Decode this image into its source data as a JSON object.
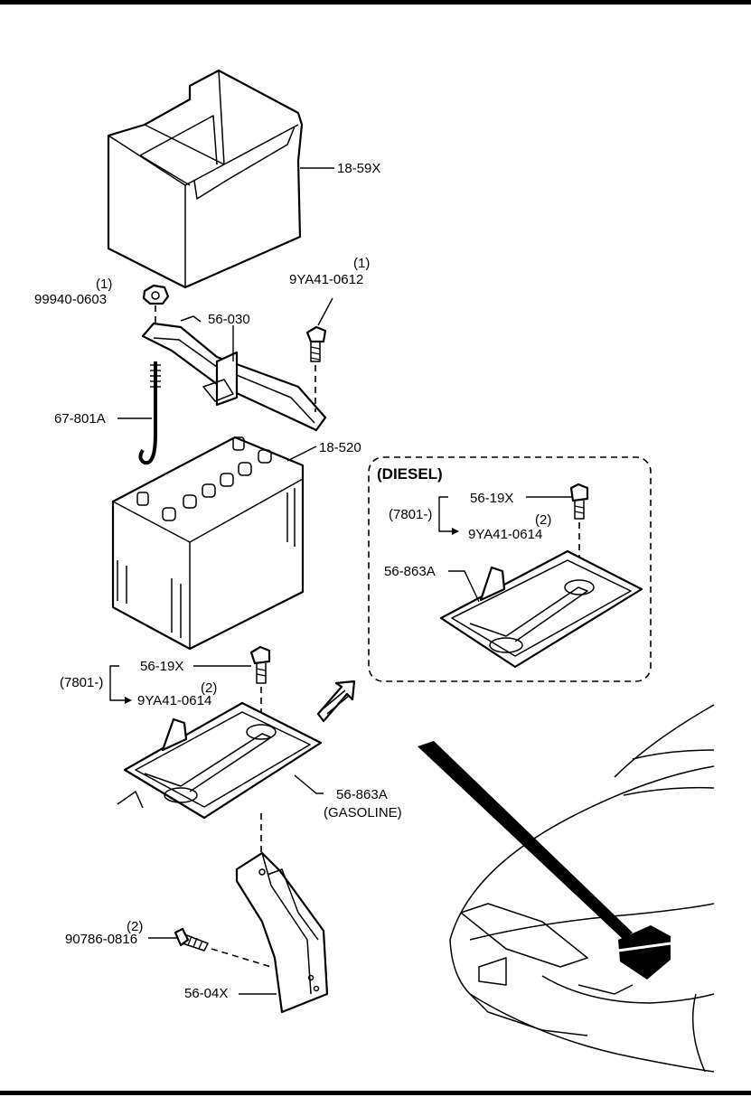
{
  "labels": {
    "battery_cover": "18-59X",
    "nut_qty": "(1)",
    "nut": "99940-0603",
    "clamp_bolt_qty": "(1)",
    "clamp_bolt": "9YA41-0612",
    "clamp": "56-030",
    "rod": "67-801A",
    "battery": "18-520",
    "bolt": "56-19X",
    "bolt_group": "(7801-)",
    "tray_bolt_qty": "(2)",
    "tray_bolt": "9YA41-0614",
    "tray": "56-863A",
    "tray_variant": "(GASOLINE)",
    "screw_qty": "(2)",
    "screw": "90786-0816",
    "bracket": "56-04X"
  },
  "diesel": {
    "heading": "(DIESEL)",
    "bolt": "56-19X",
    "bolt_group": "(7801-)",
    "tray_bolt_qty": "(2)",
    "tray_bolt": "9YA41-0614",
    "tray": "56-863A"
  },
  "colors": {
    "ink": "#000000",
    "paper": "#ffffff"
  }
}
